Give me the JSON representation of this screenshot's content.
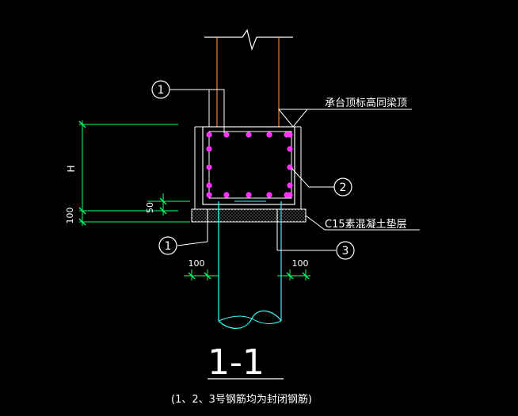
{
  "labels": {
    "marker_1_top": "1",
    "marker_2": "2",
    "marker_3": "3",
    "marker_1_bottom": "1",
    "dim_h": "H",
    "dim_100_left": "100",
    "dim_50": "50",
    "dim_100_bottom_left": "100",
    "dim_100_bottom_right": "100",
    "note_top": "承台顶标高同梁顶",
    "note_pad": "C15素混凝土垫层",
    "section_title": "1-1",
    "footnote": "(1、2、3号钢筋均为封闭钢筋)"
  },
  "colors": {
    "background": "#000000",
    "column": "#e8833a",
    "beam_outline": "#ffffff",
    "rebar_dots": "#ff33ff",
    "dimension": "#00ff66",
    "pile": "#33ffff",
    "text": "#ffffff",
    "hatch": "#c0c0c0"
  },
  "rebar_dot_count": 18
}
